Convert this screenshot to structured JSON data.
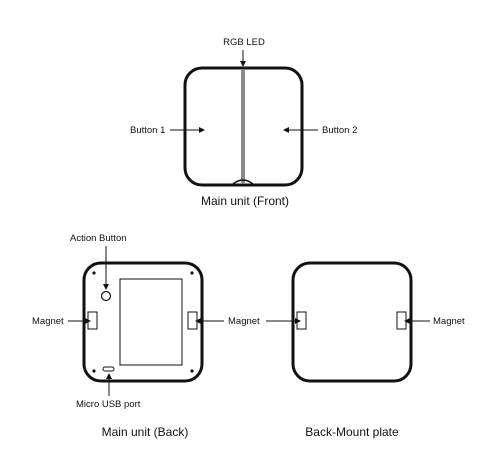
{
  "front": {
    "led_label": "RGB LED",
    "button1_label": "Button 1",
    "button2_label": "Button 2",
    "caption": "Main unit (Front)"
  },
  "back": {
    "action_label": "Action Button",
    "magnet_left_label": "Magnet",
    "magnet_right_label": "Magnet",
    "usb_label": "Micro USB port",
    "caption": "Main unit (Back)"
  },
  "plate": {
    "magnet_right_label": "Magnet",
    "caption": "Back-Mount plate"
  },
  "colors": {
    "line": "#111111",
    "led_strip": "#8a8a8a",
    "background": "#ffffff"
  }
}
